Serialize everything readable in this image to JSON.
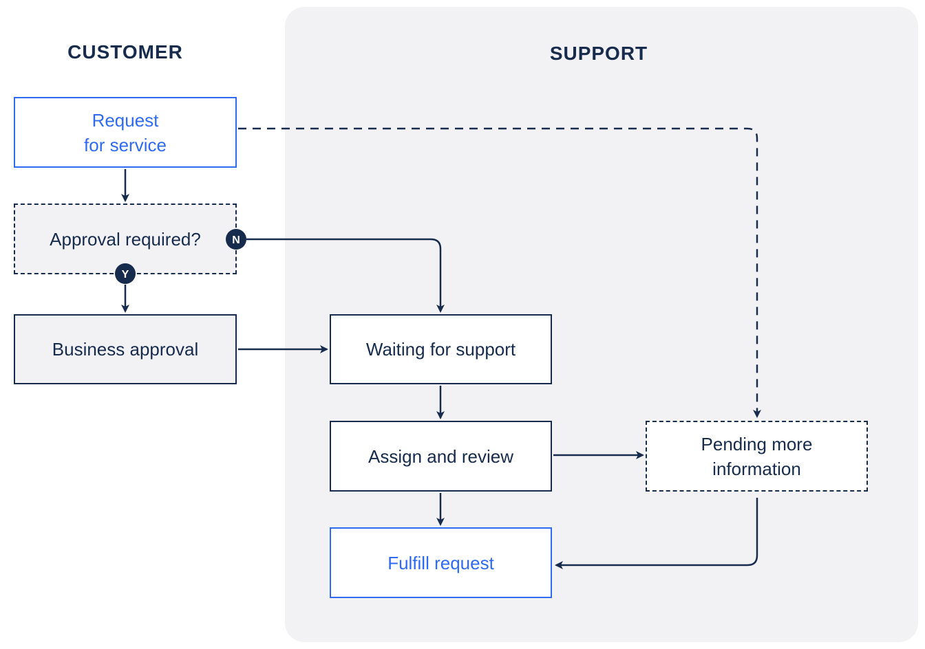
{
  "lanes": {
    "customer": "CUSTOMER",
    "support": "SUPPORT"
  },
  "nodes": {
    "request": "Request\nfor service",
    "approval": "Approval required?",
    "business": "Business approval",
    "waiting": "Waiting for support",
    "assign": "Assign and review",
    "fulfill": "Fulfill request",
    "pending": "Pending more\ninformation"
  },
  "badges": {
    "no": "N",
    "yes": "Y"
  },
  "colors": {
    "dark": "#172b4d",
    "accent": "#2f6bf2",
    "lane_bg": "#f2f2f4"
  }
}
